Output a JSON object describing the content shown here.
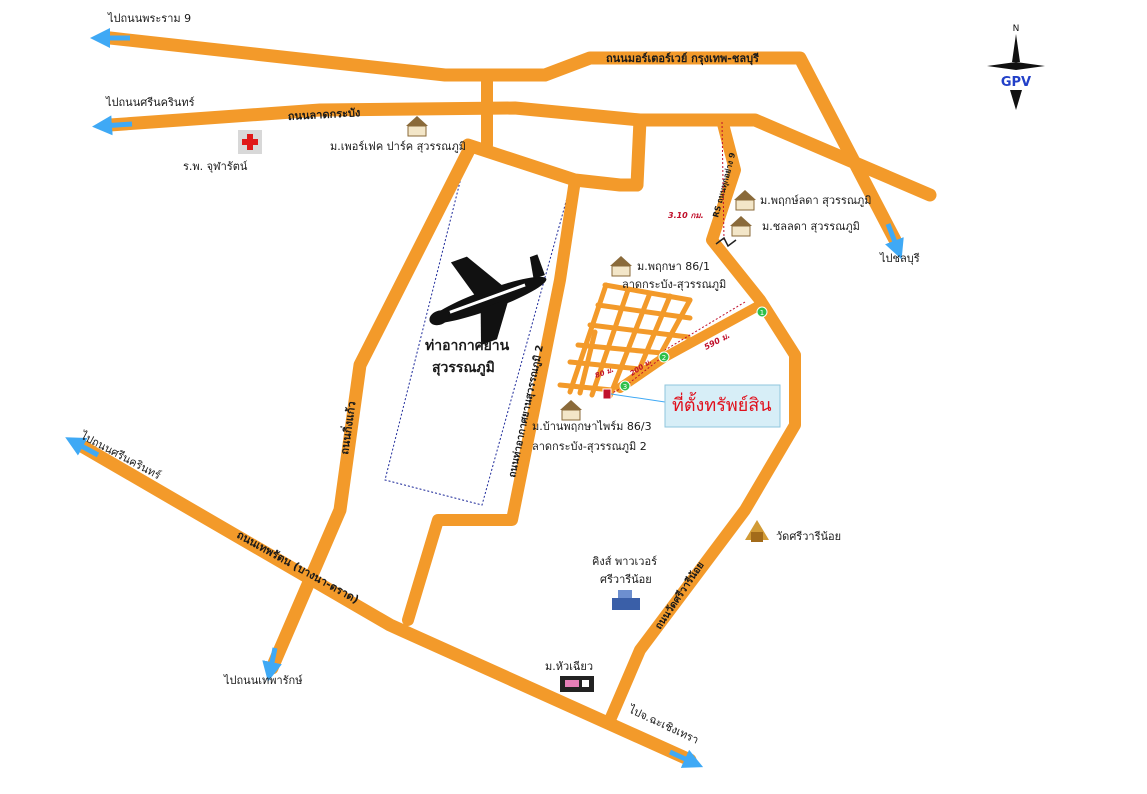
{
  "directions": {
    "rama9": "ไปถนนพระราม 9",
    "srinakarin_top": "ไปถนนศรีนครินทร์",
    "srinakarin_left": "ไปถนนศรีนครินทร์",
    "chonburi": "ไปชลบุรี",
    "thepharak": "ไปถนนเทพารักษ์",
    "chachoengsao": "ไปจ.ฉะเชิงเทรา"
  },
  "roads": {
    "motorway": "ถนนมอร์เตอร์เวย์ กรุงเทพ-ชลบุรี",
    "lat_krabang": "ถนนลาดกระบัง",
    "king_kaeo": "ถนนกิ่งแก้ว",
    "airport_suvarnabhumi2": "ถนนท่าอากาศยานสุวรรณภูมิ 2",
    "thepparat": "ถนนเทพรัตน (บางนา-ตราด)",
    "wat_sriwari": "ถนนวัดศรีวารีน้อย",
    "rs_road": "RS ถนนทุกอย่าง 9"
  },
  "places": {
    "hospital": "ร.พ. จุฬารัตน์",
    "perfect_park": "ม.เพอร์เฟค ปาร์ค สุวรรณภูมิ",
    "airport_line1": "ท่าอากาศยาน",
    "airport_line2": "สุวรรณภูมิ",
    "pruksa_861_line1": "ม.พฤกษา 86/1",
    "pruksa_861_line2": "ลาดกระบัง-สุวรรณภูมิ",
    "pruklada": "ม.พฤกษ์ลดา สุวรรณภูมิ",
    "chollada": "ม.ชลลดา สุวรรณภูมิ",
    "baan_pruksa_line1": "ม.บ้านพฤกษาไพร์ม 86/3",
    "baan_pruksa_line2": "ลาดกระบัง-สุวรรณภูมิ 2",
    "property": "ที่ตั้งทรัพย์สิน",
    "wat_sriwari": "วัดศรีวารีน้อย",
    "kings_power_line1": "คิงส์ พาวเวอร์",
    "kings_power_line2": "ศรีวารีน้อย",
    "hua_chiew": "ม.หัวเฉียว"
  },
  "distances": {
    "d1": "3.10 กม.",
    "d2": "590 ม.",
    "d3": "200 ม.",
    "d4": "80 ม."
  },
  "markers": [
    "1",
    "2",
    "3"
  ],
  "compass": {
    "north": "N",
    "brand": "GPV"
  },
  "colors": {
    "road": "#F39A2A",
    "arrow": "#3FA9F5",
    "airport_boundary": "#1e2a9a",
    "highlight_text": "#e0101c",
    "highlight_box": "#d7eef7",
    "distance_text": "#c0102b",
    "marker": "#2ec04a"
  }
}
